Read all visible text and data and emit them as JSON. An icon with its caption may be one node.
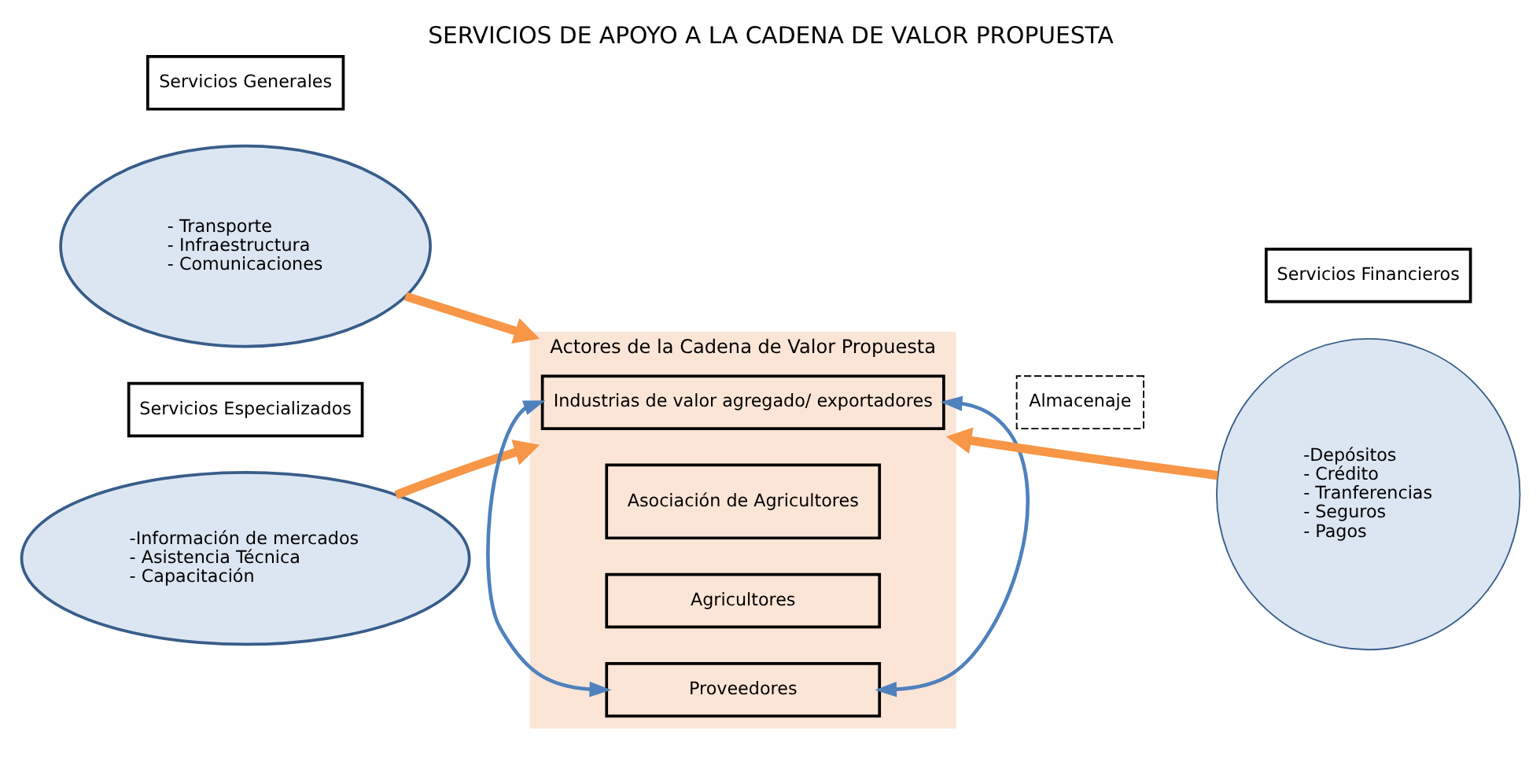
{
  "diagram": {
    "title": "SERVICIOS DE APOYO A LA CADENA DE VALOR PROPUESTA",
    "nodes": [
      {
        "text": [
          "Servicios Generales"
        ]
      },
      {
        "text": [
          "- Transporte",
          "- Infraestructura",
          "- Comunicaciones"
        ]
      },
      {
        "text": [
          "Servicios Especializados"
        ]
      },
      {
        "text": [
          "-Información de mercados",
          "- Asistencia Técnica",
          "- Capacitación"
        ]
      },
      {
        "text": [
          "Actores de la Cadena de Valor Propuesta"
        ]
      },
      {
        "text": [
          "Industrias de valor agregado/ exportadores"
        ],
        "in": 4
      },
      {
        "text": [
          "Asociación de Agricultores"
        ],
        "in": 4
      },
      {
        "text": [
          "Agricultores"
        ],
        "in": 4
      },
      {
        "text": [
          "Proveedores"
        ],
        "in": 4
      },
      {
        "text": [
          "Almacenaje"
        ]
      },
      {
        "text": [
          "Servicios Financieros"
        ]
      },
      {
        "text": [
          "-Depósitos",
          "- Crédito",
          "- Tranferencias",
          "- Seguros",
          "- Pagos"
        ]
      }
    ],
    "edges": [
      {
        "from": 1,
        "to": 4,
        "arrow": "to"
      },
      {
        "from": 3,
        "to": 4,
        "arrow": "to"
      },
      {
        "from": 11,
        "to": 4,
        "arrow": "to"
      },
      {
        "from": 5,
        "to": 8,
        "arrow": "both",
        "color": "#4f81bd"
      },
      {
        "from": 5,
        "to": 8,
        "arrow": "both",
        "color": "#4f81bd"
      }
    ]
  }
}
